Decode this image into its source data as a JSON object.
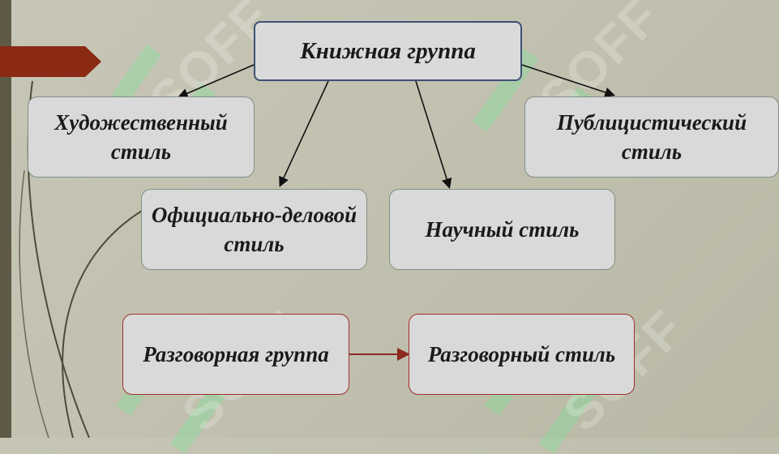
{
  "diagram": {
    "root": "Книжная группа",
    "book_styles": [
      "Художественный стиль",
      "Публицистический стиль",
      "Официально-деловой стиль",
      "Научный стиль"
    ],
    "colloquial_group": "Разговорная группа",
    "colloquial_style": "Разговорный стиль"
  },
  "watermark_text": "SOFF",
  "colors": {
    "background": "#c4c3b2",
    "box_fill": "#d9d9d9",
    "accent_red": "#8a2a14",
    "root_border": "#3e4f74"
  }
}
